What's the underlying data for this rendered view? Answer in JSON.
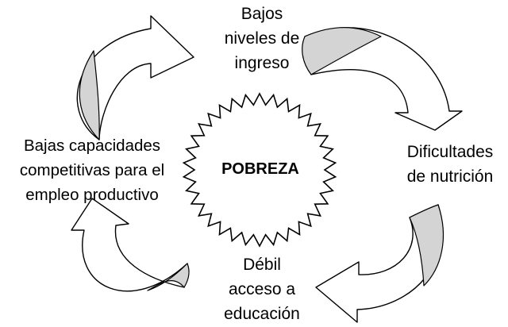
{
  "center": {
    "label": "POBREZA"
  },
  "nodes": {
    "top": "Bajos\nniveles de\ningreso",
    "right": "Dificultades\nde nutrición",
    "bottom": "Débil\nacceso a\neducación",
    "left": "Bajas capacidades\ncompetitivas para el\nempleo productivo"
  },
  "colors": {
    "arrow_fill": "#ffffff",
    "arrow_shade": "#d4d4d4",
    "stroke": "#000000"
  },
  "icons": {
    "center_shape": "starburst",
    "connectors": "curved-arrow"
  }
}
